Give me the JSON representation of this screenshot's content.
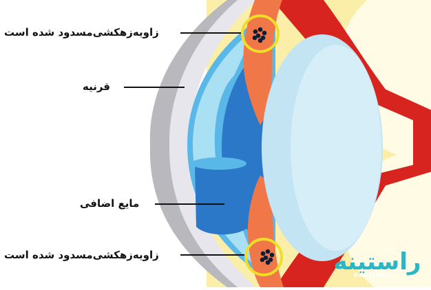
{
  "diagram": {
    "labels": {
      "blocked_angle_top": "زاویه‌زهکشی‌مسدود شده است",
      "cornea": "قرنیه",
      "extra_fluid": "مایع اضافی",
      "blocked_angle_bottom": "زاویه‌زهکشی‌مسدود شده است"
    },
    "colors": {
      "sclera_outer": "#b9b9bd",
      "cornea_rim": "#e6e6ec",
      "cornea_light": "#a9e0f4",
      "cornea_mid": "#5ab8e8",
      "anterior_chamber": "#2b78c8",
      "iris": "#f07848",
      "ciliary": "#d8241e",
      "lens": "#c2e4f3",
      "vitreous": "#fbeea8",
      "vitreous_light": "#fffbe4",
      "highlight_ring": "#f0dd28",
      "blockage": "#0e1c36",
      "brand": "#29b7c8"
    }
  },
  "brand": {
    "logo_text": "راستینه",
    "tagline": "RASTINEH"
  }
}
